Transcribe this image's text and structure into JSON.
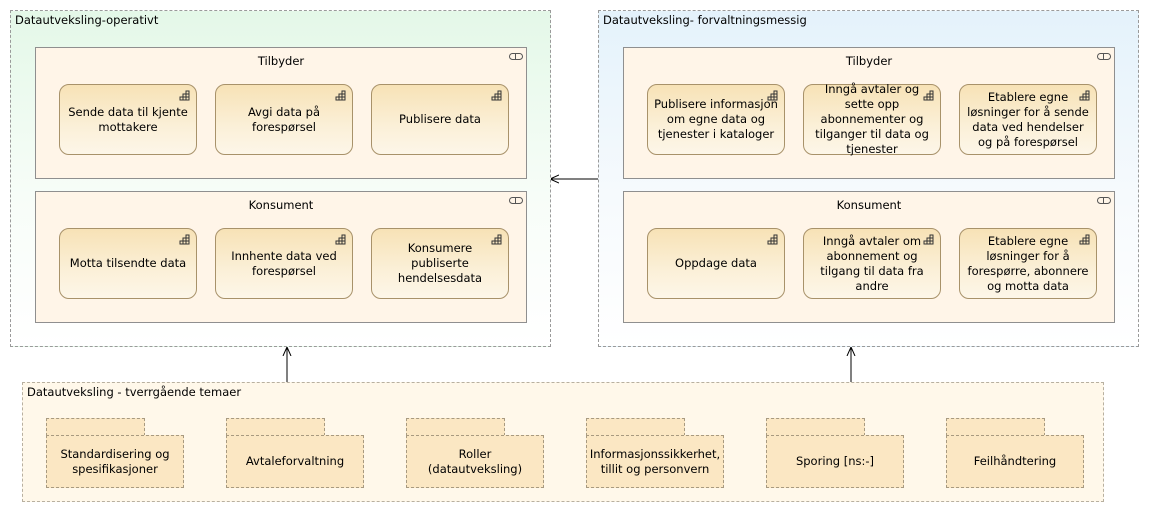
{
  "groups": {
    "left": {
      "title": "Datautveksling-operativt",
      "provider": {
        "title": "Tilbyder",
        "functions": [
          "Sende data til kjente mottakere",
          "Avgi data på forespørsel",
          "Publisere data"
        ]
      },
      "consumer": {
        "title": "Konsument",
        "functions": [
          "Motta tilsendte data",
          "Innhente data ved forespørsel",
          "Konsumere publiserte hendelsesdata"
        ]
      }
    },
    "right": {
      "title": "Datautveksling- forvaltningsmessig",
      "provider": {
        "title": "Tilbyder",
        "functions": [
          "Publisere informasjon om egne data og tjenester i kataloger",
          "Inngå avtaler og sette opp abonnementer og tilganger til data og tjenester",
          "Etablere egne løsninger for å sende data ved hendelser og på forespørsel"
        ]
      },
      "consumer": {
        "title": "Konsument",
        "functions": [
          "Oppdage data",
          "Inngå avtaler om abonnement og tilgang til data fra andre",
          "Etablere egne løsninger for å forespørre, abonnere  og motta data"
        ]
      }
    },
    "bottom": {
      "title": "Datautveksling - tverrgående temaer",
      "packages": [
        "Standardisering og spesifikasjoner",
        "Avtaleforvaltning",
        "Roller (datautveksling)",
        "Informasjonssikkerhet, tillit og personvern",
        "Sporing [ns:-]",
        "Feilhåndtering"
      ]
    }
  },
  "icons": {
    "service": "service-icon",
    "function": "function-icon"
  },
  "colors": {
    "operative_group": "#e4f8e8",
    "management_group": "#e4f2fb",
    "cross_group": "#fff8ea",
    "function_fill": "#f7e2b6",
    "package_fill": "#fbe7c3"
  }
}
